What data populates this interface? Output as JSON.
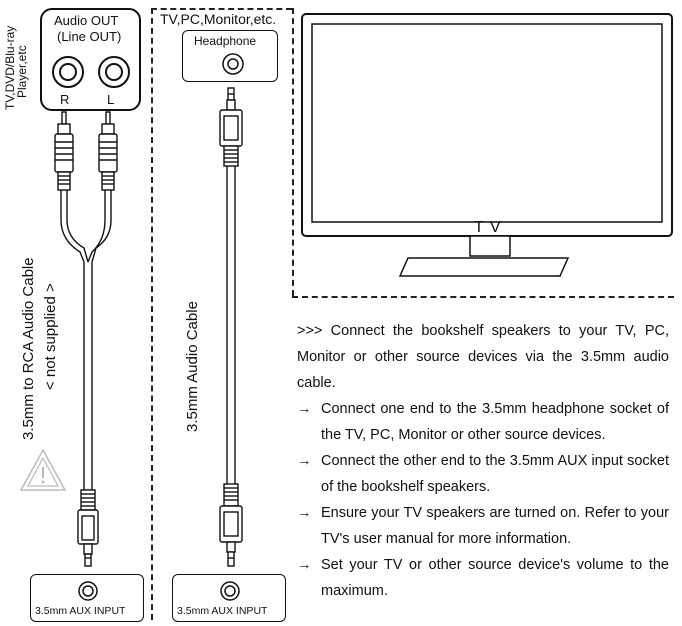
{
  "player_box": {
    "side_label_line1": "TV,DVD/Blu-ray",
    "side_label_line2": "Player,etc",
    "title_line1": "Audio OUT",
    "title_line2": "(Line OUT)",
    "jack_left_label": "R",
    "jack_right_label": "L"
  },
  "rca_cable": {
    "label_line1": "3.5mm to RCA Audio Cable",
    "label_line2": "< not supplied >"
  },
  "source_box": {
    "title": "TV,PC,Monitor,etc.",
    "jack_label": "Headphone"
  },
  "aux_cable": {
    "label": "3.5mm Audio Cable"
  },
  "tv": {
    "label": "T V"
  },
  "aux_input_left": {
    "label": "3.5mm AUX INPUT"
  },
  "aux_input_right": {
    "label": "3.5mm AUX INPUT"
  },
  "instructions": {
    "intro": ">>> Connect the bookshelf speakers to your TV, PC, Monitor or other source devices via the 3.5mm audio cable.",
    "bullet_symbol": "→",
    "steps": [
      "Connect one end to the 3.5mm headphone socket of the TV, PC, Monitor or other source devices.",
      "Connect the other end to the 3.5mm AUX input socket of the bookshelf speakers.",
      "Ensure your TV speakers are turned on. Refer to your TV's user manual for more information.",
      "Set your TV or other source device's volume to the maximum."
    ]
  }
}
